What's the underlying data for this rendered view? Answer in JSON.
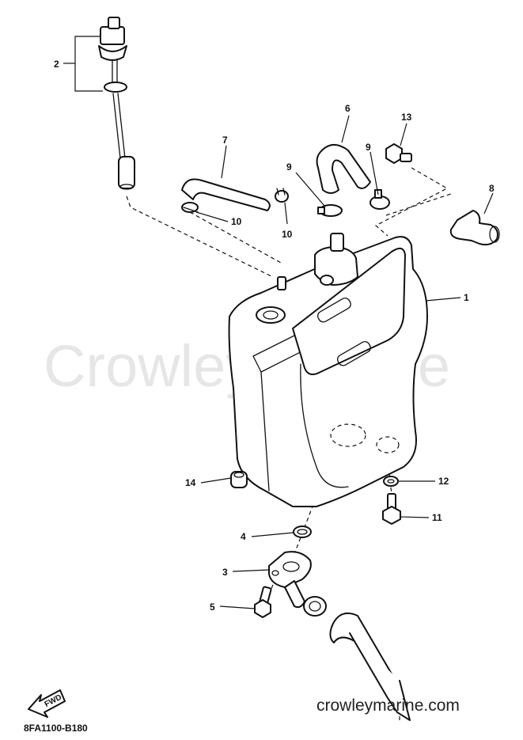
{
  "watermark": "Crowley Marine",
  "website": "crowleymarine.com",
  "diagram_code": "8FA1100-B180",
  "fwd_label": "FWD",
  "callouts": {
    "c1": "1",
    "c2": "2",
    "c3": "3",
    "c4": "4",
    "c5": "5",
    "c6": "6",
    "c7": "7",
    "c8": "8",
    "c9a": "9",
    "c9b": "9",
    "c10a": "10",
    "c10b": "10",
    "c11": "11",
    "c12": "12",
    "c13": "13",
    "c14": "14"
  }
}
